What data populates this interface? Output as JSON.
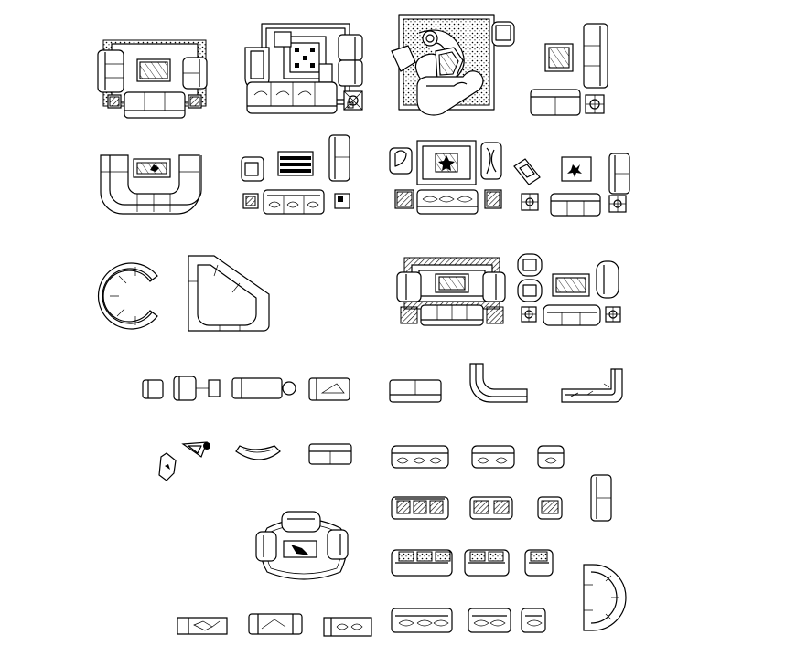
{
  "drawing": {
    "type": "cad-furniture-block-sheet",
    "background": "#ffffff",
    "line_color": "#000000",
    "text_labels": []
  },
  "blocks": [
    {
      "name": "living-set-rug-cluster",
      "group": "plan-set"
    },
    {
      "name": "living-set-square-table",
      "group": "plan-set"
    },
    {
      "name": "living-set-swirl-rug",
      "group": "plan-set"
    },
    {
      "name": "living-set-sofa-table",
      "group": "plan-set"
    },
    {
      "name": "u-shaped-sofa",
      "group": "sofa"
    },
    {
      "name": "living-set-striped-table",
      "group": "plan-set"
    },
    {
      "name": "living-set-cushion-sofa",
      "group": "plan-set"
    },
    {
      "name": "living-set-star-table",
      "group": "plan-set"
    },
    {
      "name": "c-shaped-sofa",
      "group": "sofa"
    },
    {
      "name": "corner-angled-sofa",
      "group": "sofa"
    },
    {
      "name": "living-set-bordered-rug",
      "group": "plan-set"
    },
    {
      "name": "living-set-oval-chairs",
      "group": "plan-set"
    },
    {
      "name": "side-chairs",
      "group": "seating"
    },
    {
      "name": "plain-sofas",
      "group": "sofa"
    },
    {
      "name": "curved-sofas",
      "group": "sofa"
    },
    {
      "name": "decorated-small-chairs",
      "group": "seating"
    },
    {
      "name": "cushion-sofa-rows",
      "group": "sofa"
    },
    {
      "name": "oval-rug-set",
      "group": "plan-set"
    },
    {
      "name": "elevation-sofas",
      "group": "sofa"
    },
    {
      "name": "half-round-sofa",
      "group": "sofa"
    }
  ]
}
